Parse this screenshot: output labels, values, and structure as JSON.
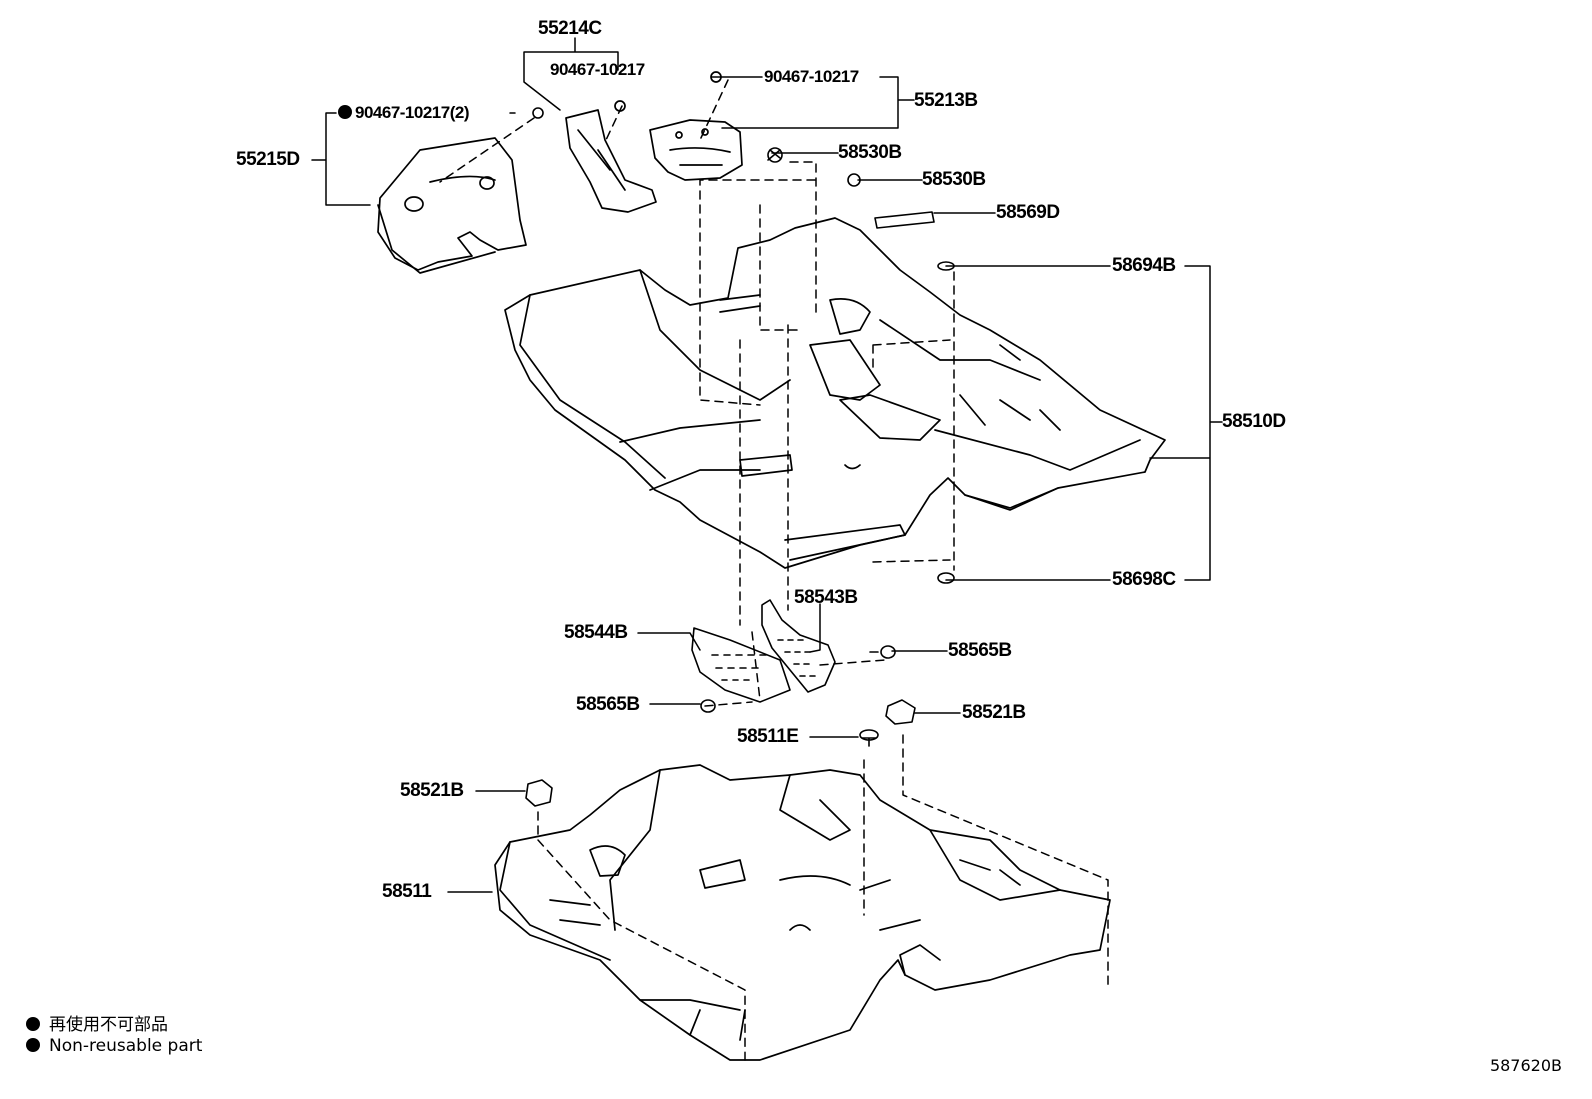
{
  "parts": {
    "p55214C": "55214C",
    "p90467_top_mid": "90467-10217",
    "p90467_top_right": "90467-10217",
    "p55213B": "55213B",
    "p90467_left": "90467-10217(2)",
    "p55215D": "55215D",
    "p58530B_a": "58530B",
    "p58530B_b": "58530B",
    "p58569D": "58569D",
    "p58694B": "58694B",
    "p58510D": "58510D",
    "p58698C": "58698C",
    "p58543B": "58543B",
    "p58544B": "58544B",
    "p58565B_a": "58565B",
    "p58565B_b": "58565B",
    "p58521B_a": "58521B",
    "p58511E": "58511E",
    "p58521B_b": "58521B",
    "p58511": "58511"
  },
  "legend": {
    "line1": "再使用不可部品",
    "line2": "Non-reusable part"
  },
  "figure_code": "587620B"
}
